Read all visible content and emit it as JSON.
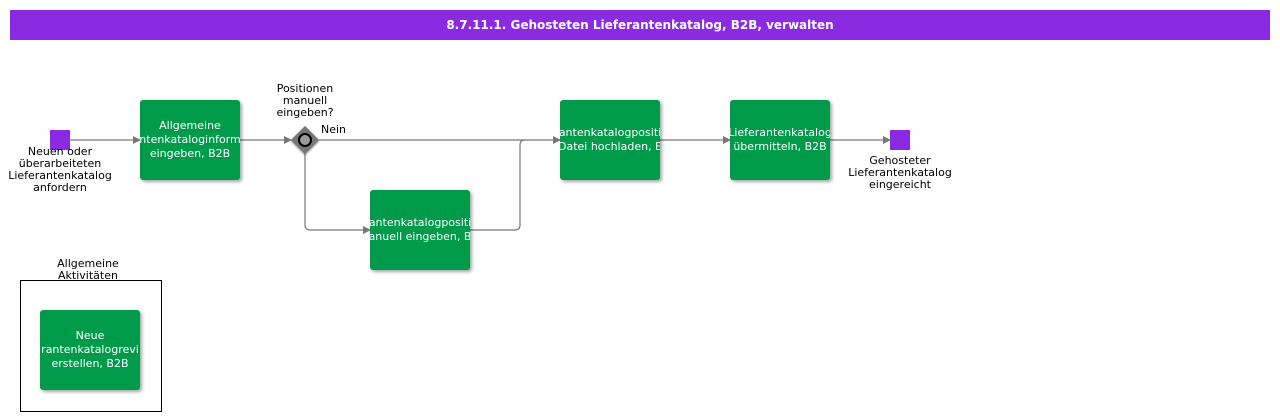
{
  "title": "8.7.11.1. Gehosteten Lieferantenkatalog, B2B, verwalten",
  "start_event": {
    "label_lines": [
      "Neuen oder",
      "überarbeiteten",
      "Lieferantenkatalog",
      "anfordern"
    ]
  },
  "end_event": {
    "label_lines": [
      "Gehosteter",
      "Lieferantenkatalog",
      "eingereicht"
    ]
  },
  "gateway": {
    "question_lines": [
      "Positionen",
      "manuell",
      "eingeben?"
    ],
    "no_label": "Nein"
  },
  "tasks": [
    {
      "lines": [
        "Allgemeine",
        "ntenkataloginform",
        "eingeben, B2B"
      ]
    },
    {
      "lines": [
        "antenkatalogpositi",
        "anuell eingeben, B"
      ]
    },
    {
      "lines": [
        "antenkatalogpositi",
        "Datei hochladen, E"
      ]
    },
    {
      "lines": [
        "Lieferantenkatalog",
        "übermitteln, B2B"
      ]
    }
  ],
  "group": {
    "title_lines": [
      "Allgemeine",
      "Aktivitäten"
    ],
    "task": {
      "lines": [
        "Neue",
        "rantenkatalogrevi",
        "erstellen, B2B"
      ]
    }
  },
  "colors": {
    "header": "#8a2be2",
    "task": "#009a4b",
    "event": "#8a2be2",
    "connector": "#777777",
    "gateway": "#777777"
  }
}
